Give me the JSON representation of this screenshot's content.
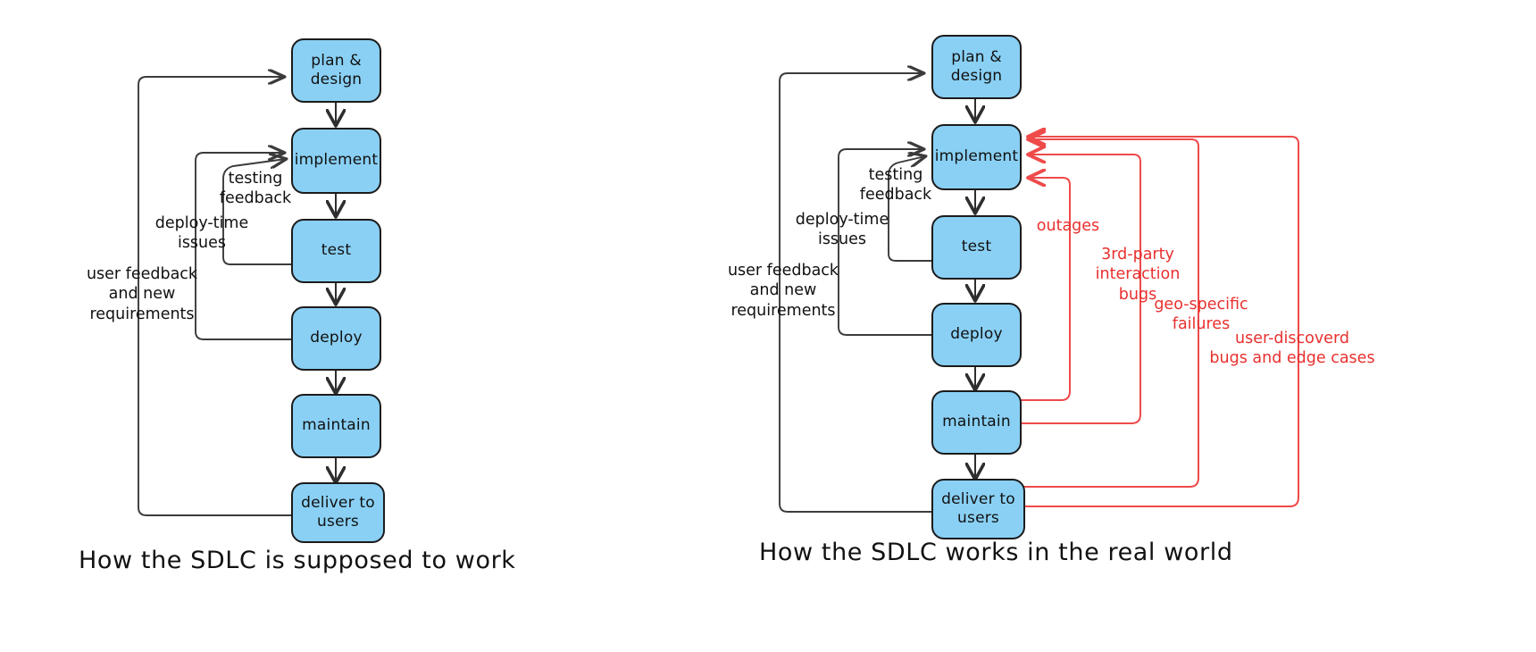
{
  "page": {
    "background": "#ffffff",
    "node_fill": "#8AD0F5",
    "node_stroke": "#1b1b1b",
    "annotation_color": "#e8302f",
    "flow_color": "#2e2e2e"
  },
  "left_panel": {
    "caption": "How the SDLC is supposed to work",
    "nodes": [
      {
        "id": "plan",
        "label": "plan &\ndesign"
      },
      {
        "id": "implement",
        "label": "implement"
      },
      {
        "id": "test",
        "label": "test"
      },
      {
        "id": "deploy",
        "label": "deploy"
      },
      {
        "id": "maintain",
        "label": "maintain"
      },
      {
        "id": "deliver",
        "label": "deliver to\nusers"
      }
    ],
    "flow_edges": [
      {
        "from": "plan",
        "to": "implement"
      },
      {
        "from": "implement",
        "to": "test"
      },
      {
        "from": "test",
        "to": "deploy"
      },
      {
        "from": "deploy",
        "to": "maintain"
      },
      {
        "from": "maintain",
        "to": "deliver"
      }
    ],
    "feedback_edges": [
      {
        "label": "testing\nfeedback",
        "from": "test",
        "to": "implement"
      },
      {
        "label": "deploy-time\nissues",
        "from": "deploy",
        "to": "implement"
      },
      {
        "label": "user feedback\nand new\nrequirements",
        "from": "deliver",
        "to": "plan"
      }
    ]
  },
  "right_panel": {
    "caption": "How the SDLC works in the real world",
    "nodes": [
      {
        "id": "plan",
        "label": "plan &\ndesign"
      },
      {
        "id": "implement",
        "label": "implement"
      },
      {
        "id": "test",
        "label": "test"
      },
      {
        "id": "deploy",
        "label": "deploy"
      },
      {
        "id": "maintain",
        "label": "maintain"
      },
      {
        "id": "deliver",
        "label": "deliver to\nusers"
      }
    ],
    "flow_edges": [
      {
        "from": "plan",
        "to": "implement"
      },
      {
        "from": "implement",
        "to": "test"
      },
      {
        "from": "test",
        "to": "deploy"
      },
      {
        "from": "deploy",
        "to": "maintain"
      },
      {
        "from": "maintain",
        "to": "deliver"
      }
    ],
    "feedback_edges": [
      {
        "label": "testing\nfeedback",
        "from": "test",
        "to": "implement"
      },
      {
        "label": "deploy-time\nissues",
        "from": "deploy",
        "to": "implement"
      },
      {
        "label": "user feedback\nand new\nrequirements",
        "from": "deliver",
        "to": "plan"
      }
    ],
    "problem_edges": [
      {
        "label": "outages",
        "from": "maintain",
        "to": "implement",
        "color": "#ef4a4a"
      },
      {
        "label": "3rd-party\ninteraction\nbugs",
        "from": "maintain",
        "to": "implement",
        "color": "#ef4a4a"
      },
      {
        "label": "geo-specific\nfailures",
        "from": "deliver",
        "to": "implement",
        "color": "#ef4a4a"
      },
      {
        "label": "user-discoverd\nbugs and edge cases",
        "from": "deliver",
        "to": "implement",
        "color": "#ef4a4a"
      }
    ]
  }
}
